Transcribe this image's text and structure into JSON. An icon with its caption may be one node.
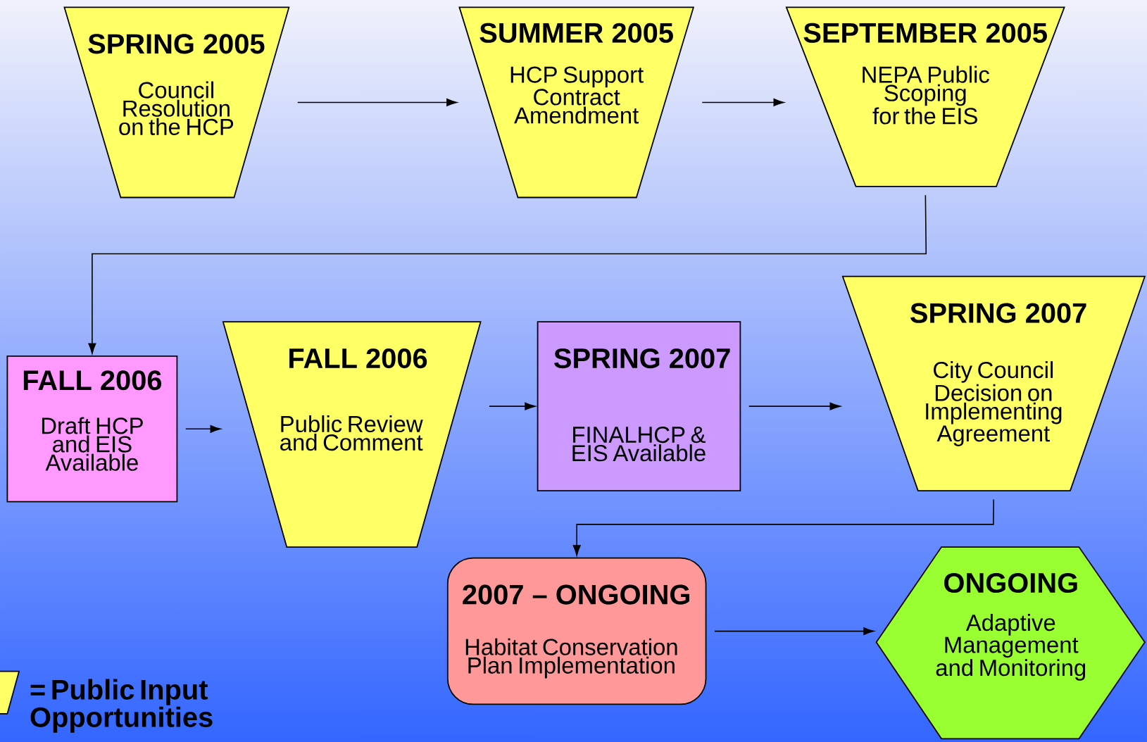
{
  "diagram": {
    "nodes": [
      {
        "text": [
          "SPRING 2005",
          "Council Resolution on the HCP"
        ]
      },
      {
        "text": [
          "SUMMER 2005",
          "HCP Support Contract Amendment"
        ]
      },
      {
        "text": [
          "SEPTEMBER 2005",
          "NEPA Public Scoping for the EIS"
        ]
      },
      {
        "text": [
          "FALL 2006",
          "Draft HCP and EIS Available"
        ]
      },
      {
        "text": [
          "FALL 2006",
          "Public Review and Comment"
        ]
      },
      {
        "text": [
          "SPRING 2007",
          "FINALHCP & EIS Available"
        ]
      },
      {
        "text": [
          "SPRING 2007",
          "City Council Decision on Implementing Agreement"
        ]
      },
      {
        "text": [
          "2007 – ONGOING",
          "Habitat Conservation Plan Implementation"
        ]
      },
      {
        "text": [
          "ONGOING",
          "Adaptive Management and Monitoring"
        ]
      }
    ],
    "edges": [
      {
        "from": 0,
        "to": 1,
        "arrow": "to"
      },
      {
        "from": 1,
        "to": 2,
        "arrow": "to"
      },
      {
        "from": 2,
        "to": 3,
        "arrow": "to"
      },
      {
        "from": 3,
        "to": 4,
        "arrow": "to"
      },
      {
        "from": 4,
        "to": 5,
        "arrow": "to"
      },
      {
        "from": 5,
        "to": 6,
        "arrow": "to"
      },
      {
        "from": 6,
        "to": 7,
        "arrow": "to"
      },
      {
        "from": 7,
        "to": 8,
        "arrow": "to"
      }
    ],
    "legend": [
      {
        "text": "= Public Input Opportunities"
      }
    ]
  }
}
